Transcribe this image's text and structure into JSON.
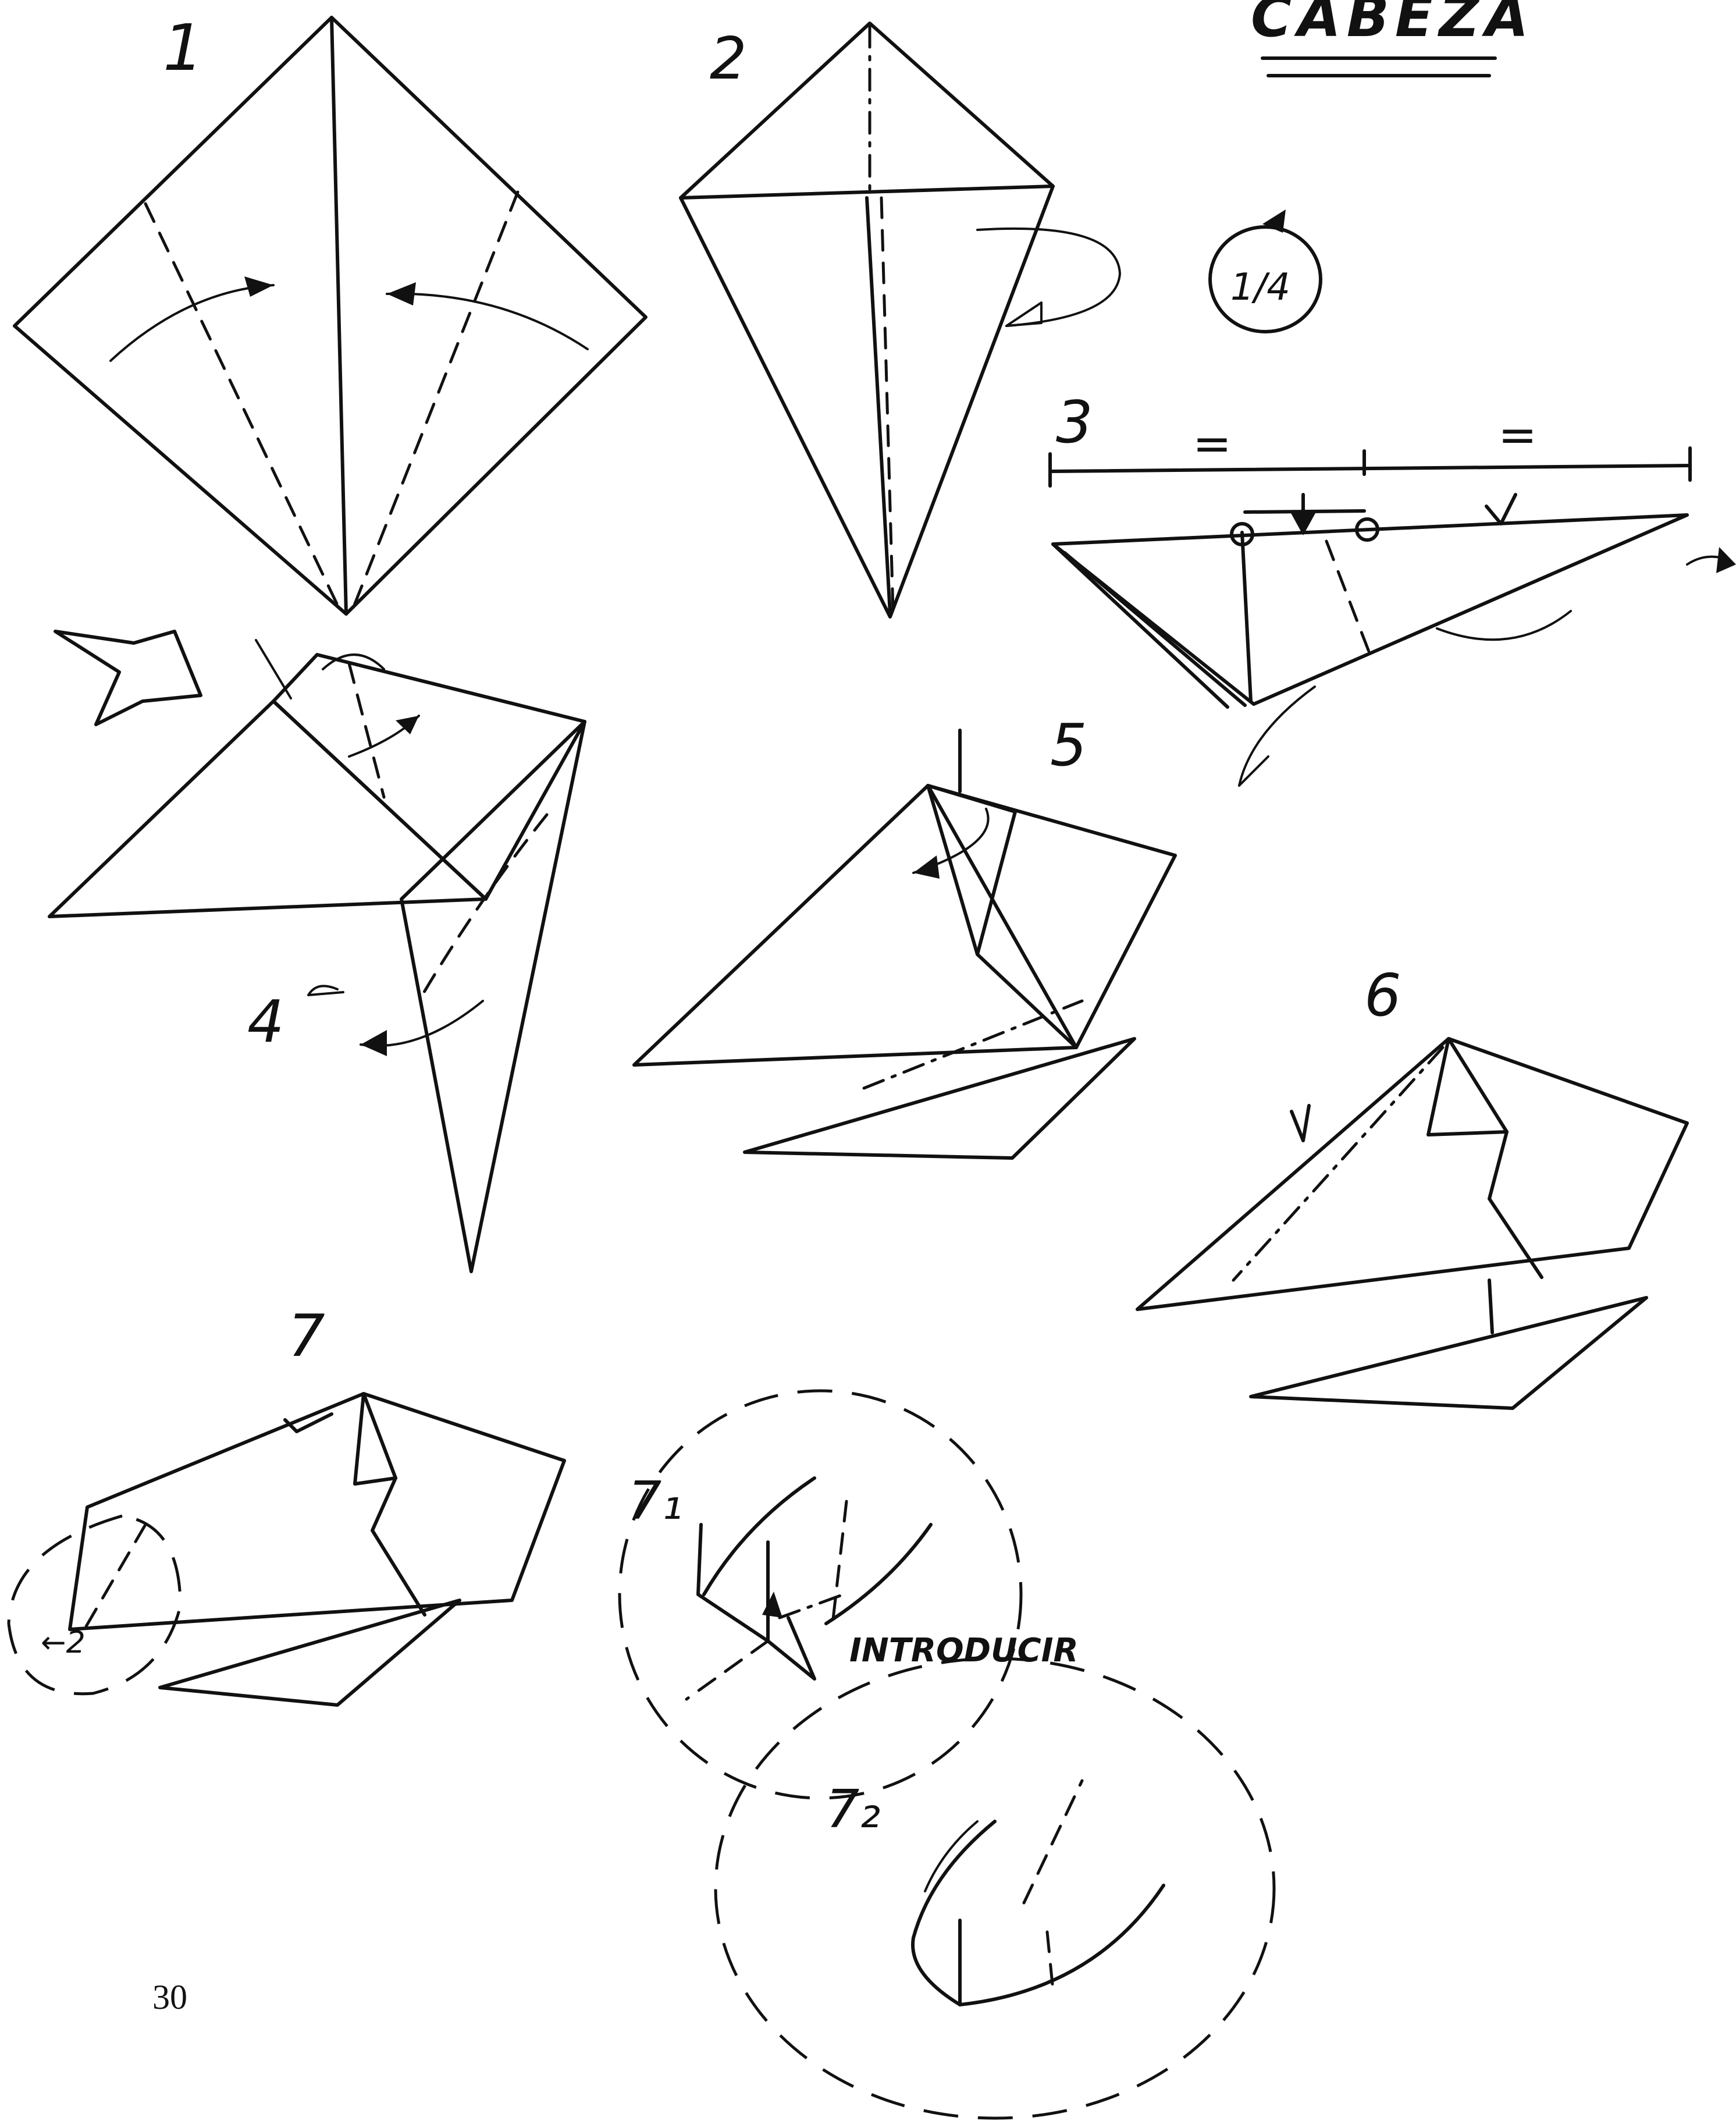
{
  "title": "CABEZA",
  "page_number": "30",
  "rotation_symbol": "1/4",
  "steps": [
    {
      "label": "1"
    },
    {
      "label": "2"
    },
    {
      "label": "3"
    },
    {
      "label": "4"
    },
    {
      "label": "5"
    },
    {
      "label": "6"
    },
    {
      "label": "7"
    }
  ],
  "details": [
    {
      "label": "7₁"
    },
    {
      "label": "7₂"
    }
  ],
  "instruction": "INTRODUCIR",
  "equal_marks": [
    "=",
    "="
  ]
}
